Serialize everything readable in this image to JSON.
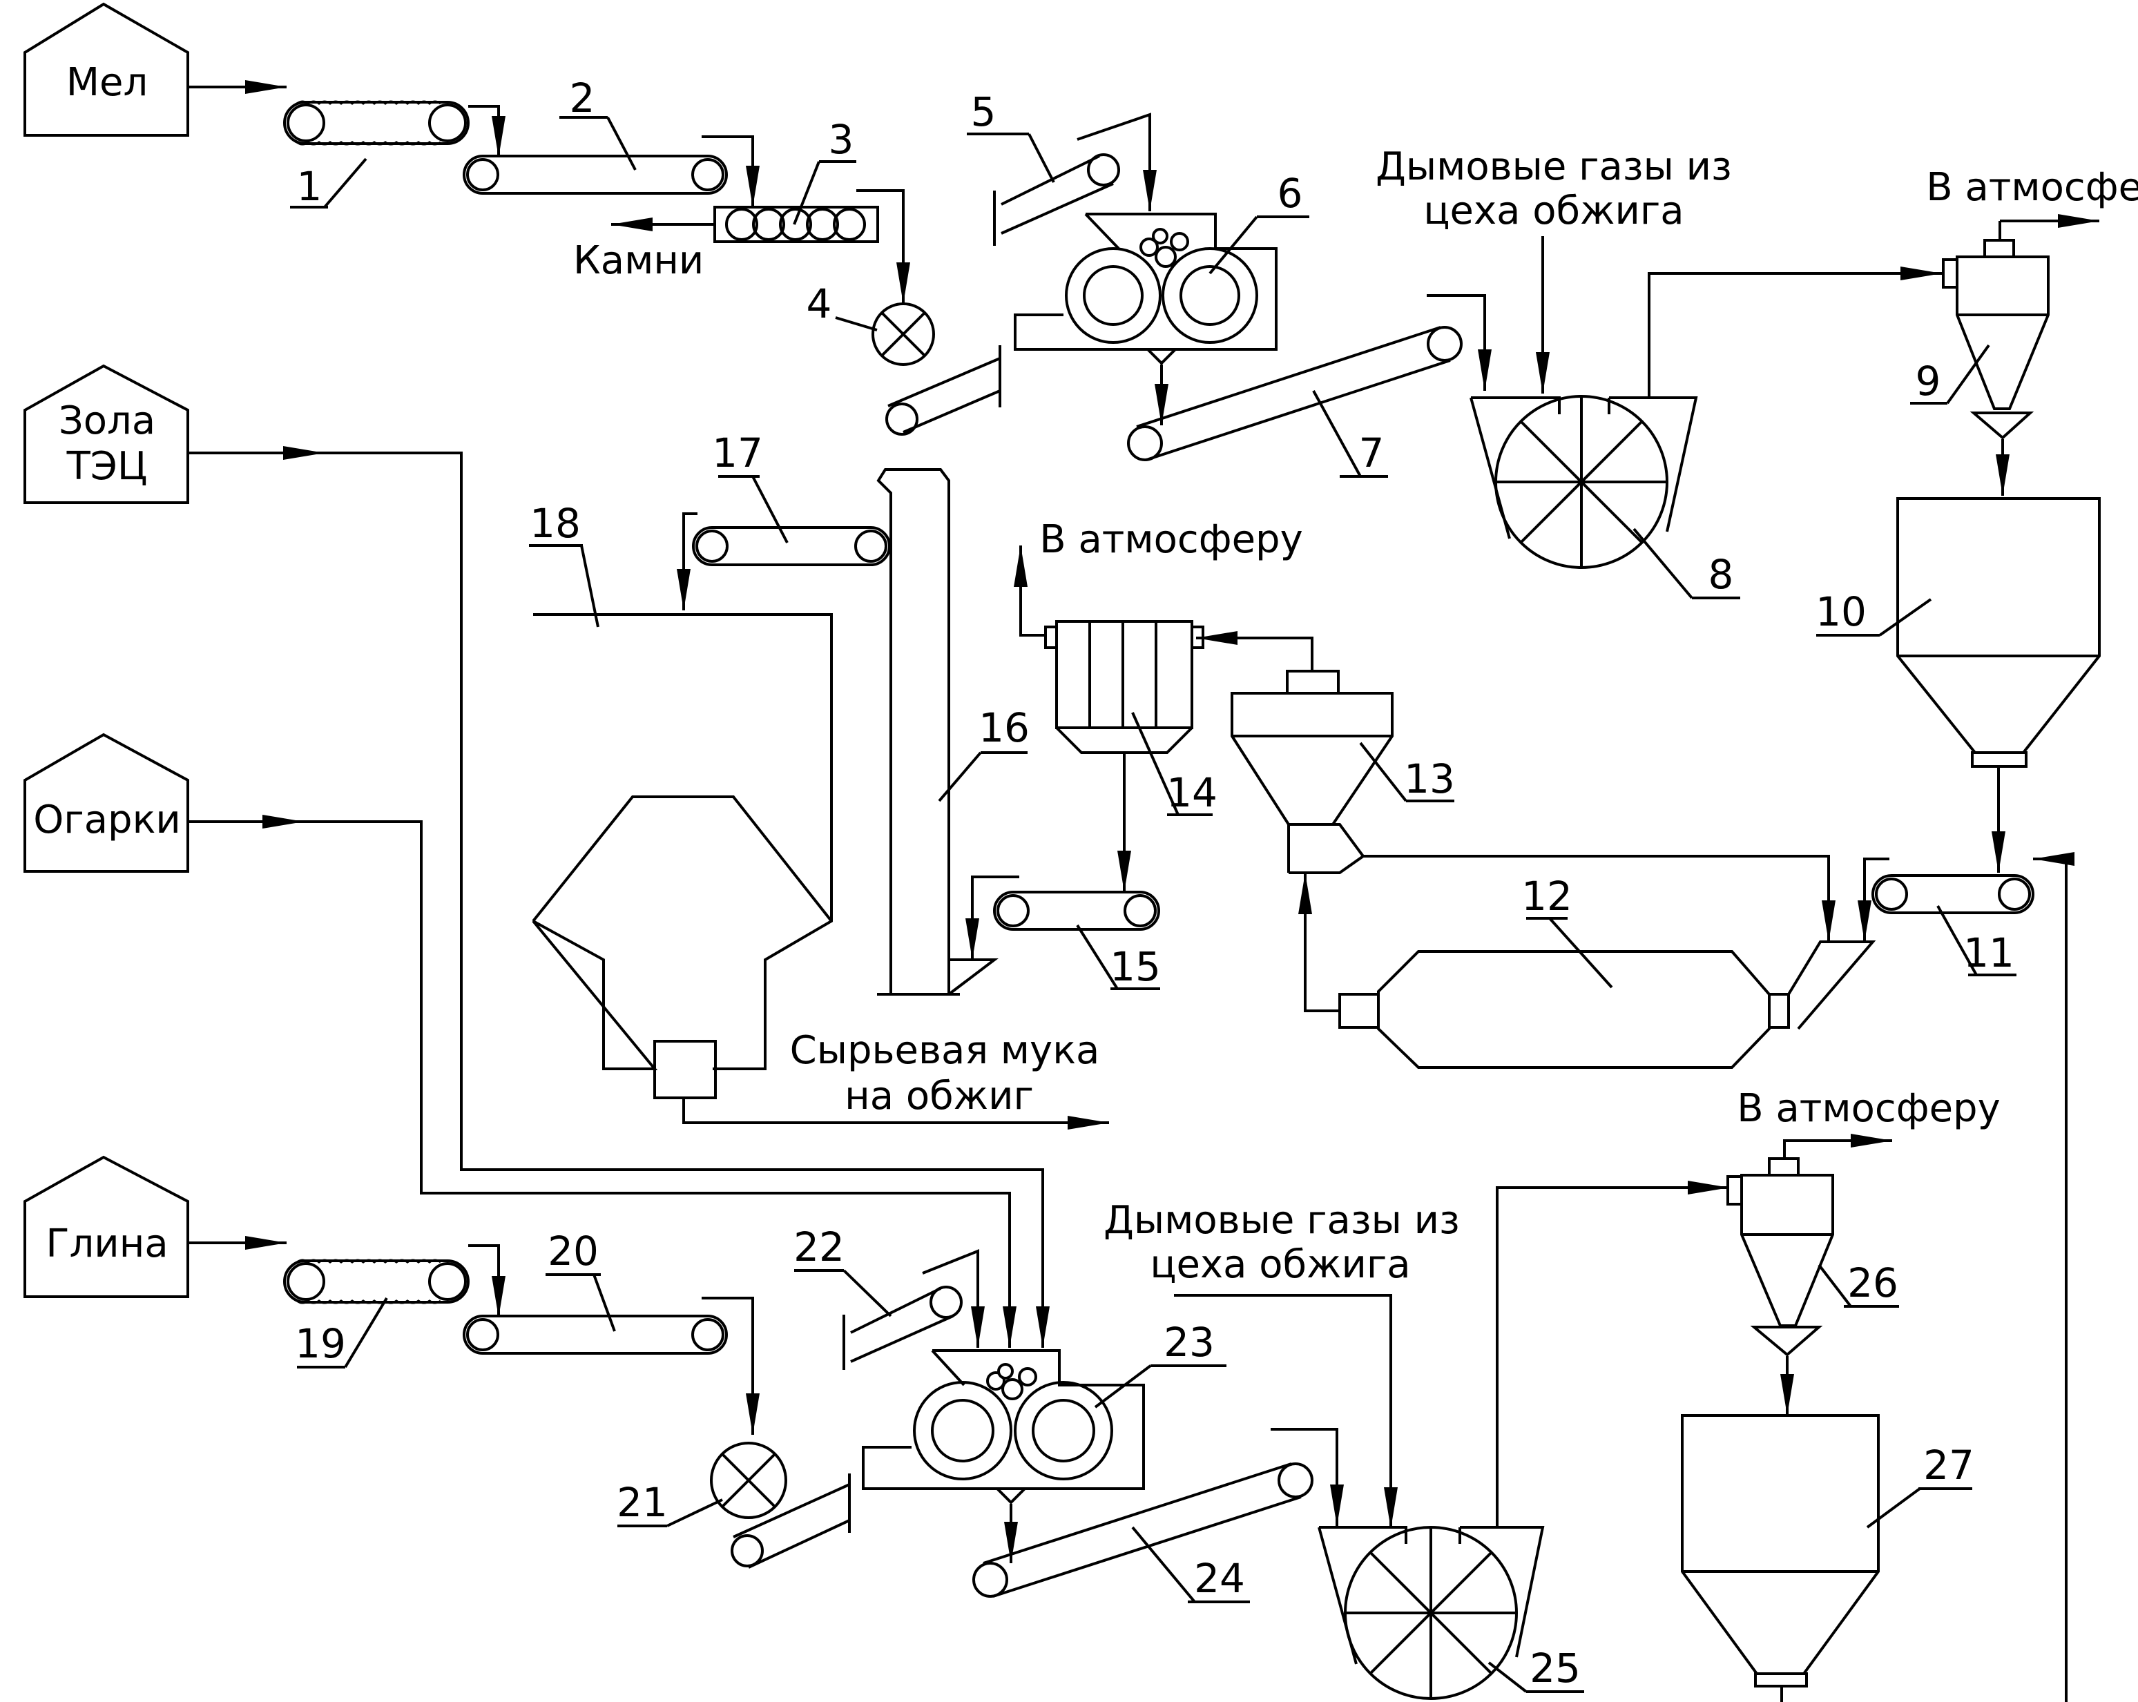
{
  "sources": {
    "chalk": "Мел",
    "ash_line1": "Зола",
    "ash_line2": "ТЭЦ",
    "cinders": "Огарки",
    "clay": "Глина"
  },
  "labels": {
    "stones": "Камни",
    "flue_gas_top_line1": "Дымовые газы из",
    "flue_gas_top_line2": "цеха обжига",
    "flue_gas_bottom_line1": "Дымовые газы из",
    "flue_gas_bottom_line2": "цеха обжига",
    "atmosphere_top": "В атмосферу",
    "atmosphere_mid": "В атмосферу",
    "atmosphere_bottom": "В атмосферу",
    "raw_meal_line1": "Сырьевая мука",
    "raw_meal_line2": "на обжиг"
  },
  "numbers": {
    "n1": "1",
    "n2": "2",
    "n3": "3",
    "n4": "4",
    "n5": "5",
    "n6": "6",
    "n7": "7",
    "n8": "8",
    "n9": "9",
    "n10": "10",
    "n11": "11",
    "n12": "12",
    "n13": "13",
    "n14": "14",
    "n15": "15",
    "n16": "16",
    "n17": "17",
    "n18": "18",
    "n19": "19",
    "n20": "20",
    "n21": "21",
    "n22": "22",
    "n23": "23",
    "n24": "24",
    "n25": "25",
    "n26": "26",
    "n27": "27"
  }
}
